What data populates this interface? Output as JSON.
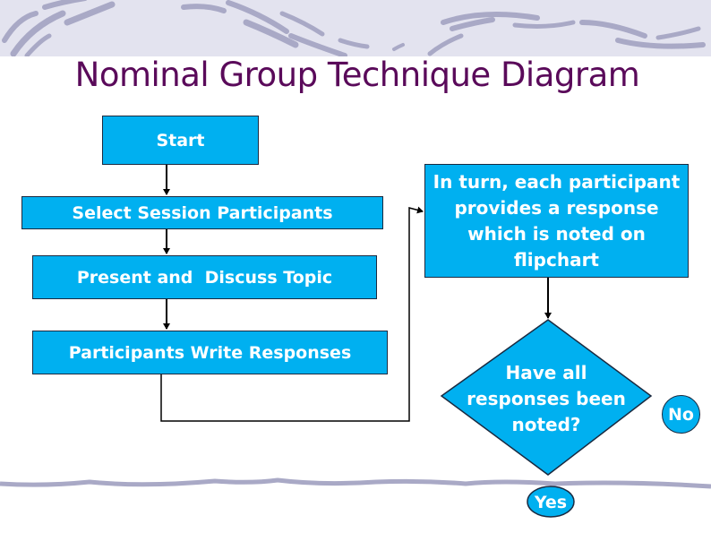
{
  "title": "Nominal Group Technique Diagram",
  "colors": {
    "box_fill": "#00b0f0",
    "box_border": "#1a2a40",
    "title": "#5a0a5a",
    "banner": "#e3e3ef",
    "swoosh": "#a9a9c6"
  },
  "flowchart": {
    "start": "Start",
    "select": "Select Session Participants",
    "present": "Present and  Discuss Topic",
    "write": "Participants Write Responses",
    "turn_lines": [
      "In turn, each participant",
      "provides a response",
      "which is noted on",
      "flipchart"
    ],
    "decision_lines": [
      "Have all",
      "responses been",
      "noted?"
    ],
    "no": "No",
    "yes": "Yes"
  }
}
